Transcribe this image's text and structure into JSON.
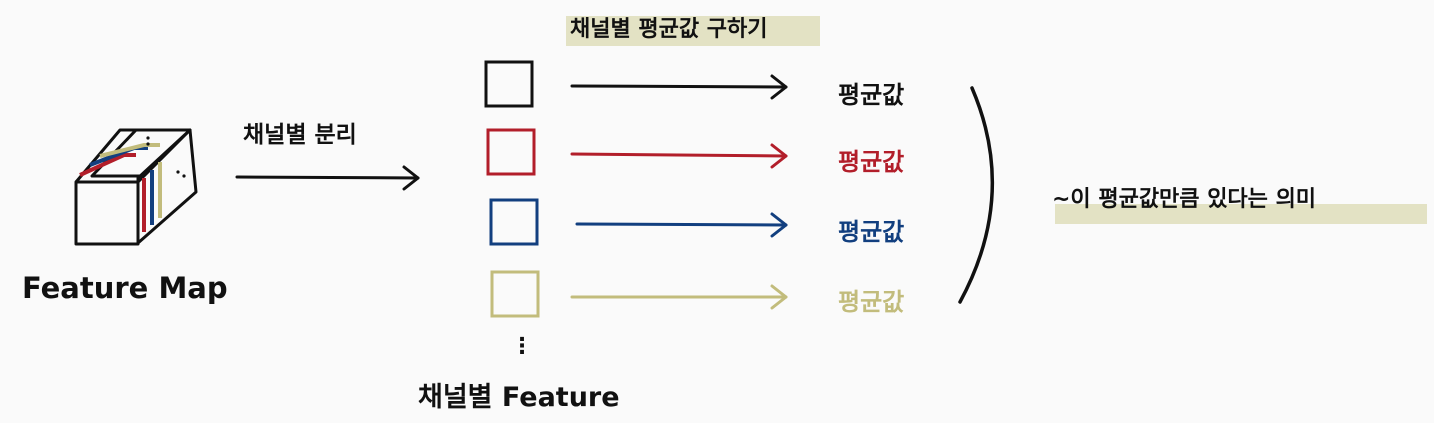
{
  "feature_map_label": "Feature Map",
  "split_label": "채널별 분리",
  "title_label": "채널별 평균값 구하기",
  "channel_feature_label": "채널별 Feature",
  "conclusion_label": "~이 평균값만큼 있다는 의미",
  "channels": [
    {
      "label": "평균값",
      "color": "#111111"
    },
    {
      "label": "평균값",
      "color": "#b21e2a"
    },
    {
      "label": "평균값",
      "color": "#123f7f"
    },
    {
      "label": "평균값",
      "color": "#c2bc7c"
    }
  ],
  "ellipsis": "⋮",
  "colors": {
    "highlight": "#e3e2c4",
    "ink": "#111111"
  }
}
